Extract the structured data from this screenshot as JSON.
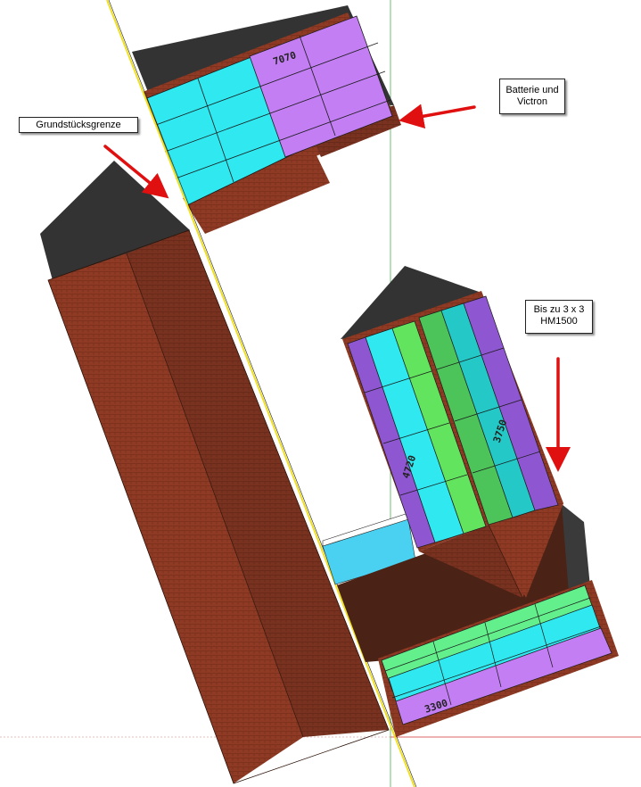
{
  "callouts": {
    "battery": "Batterie und\nVictron",
    "hm1500": "Bis zu 3 x 3\nHM1500",
    "boundary": "Grundstücksgrenze"
  },
  "panel_labels": {
    "top_roof": "7070",
    "east_left": "4720",
    "east_right": "3750",
    "south": "3300"
  },
  "colors": {
    "roof_tile": "#8e3a24",
    "roof_dark": "#5e2818",
    "roof_shadow": "#3a3a3a",
    "panel_cyan": "#2fe8f0",
    "panel_violet": "#c27ef2",
    "panel_green": "#63e45e",
    "panel_teal": "#24c8c6",
    "panel_purple": "#8e56d0",
    "arrow_red": "#e01010",
    "boundary_line": "#f0e020",
    "axis_green": "#4caf50",
    "axis_red": "#d03030"
  },
  "icons": {
    "arrows": "red-arrow-icon"
  }
}
